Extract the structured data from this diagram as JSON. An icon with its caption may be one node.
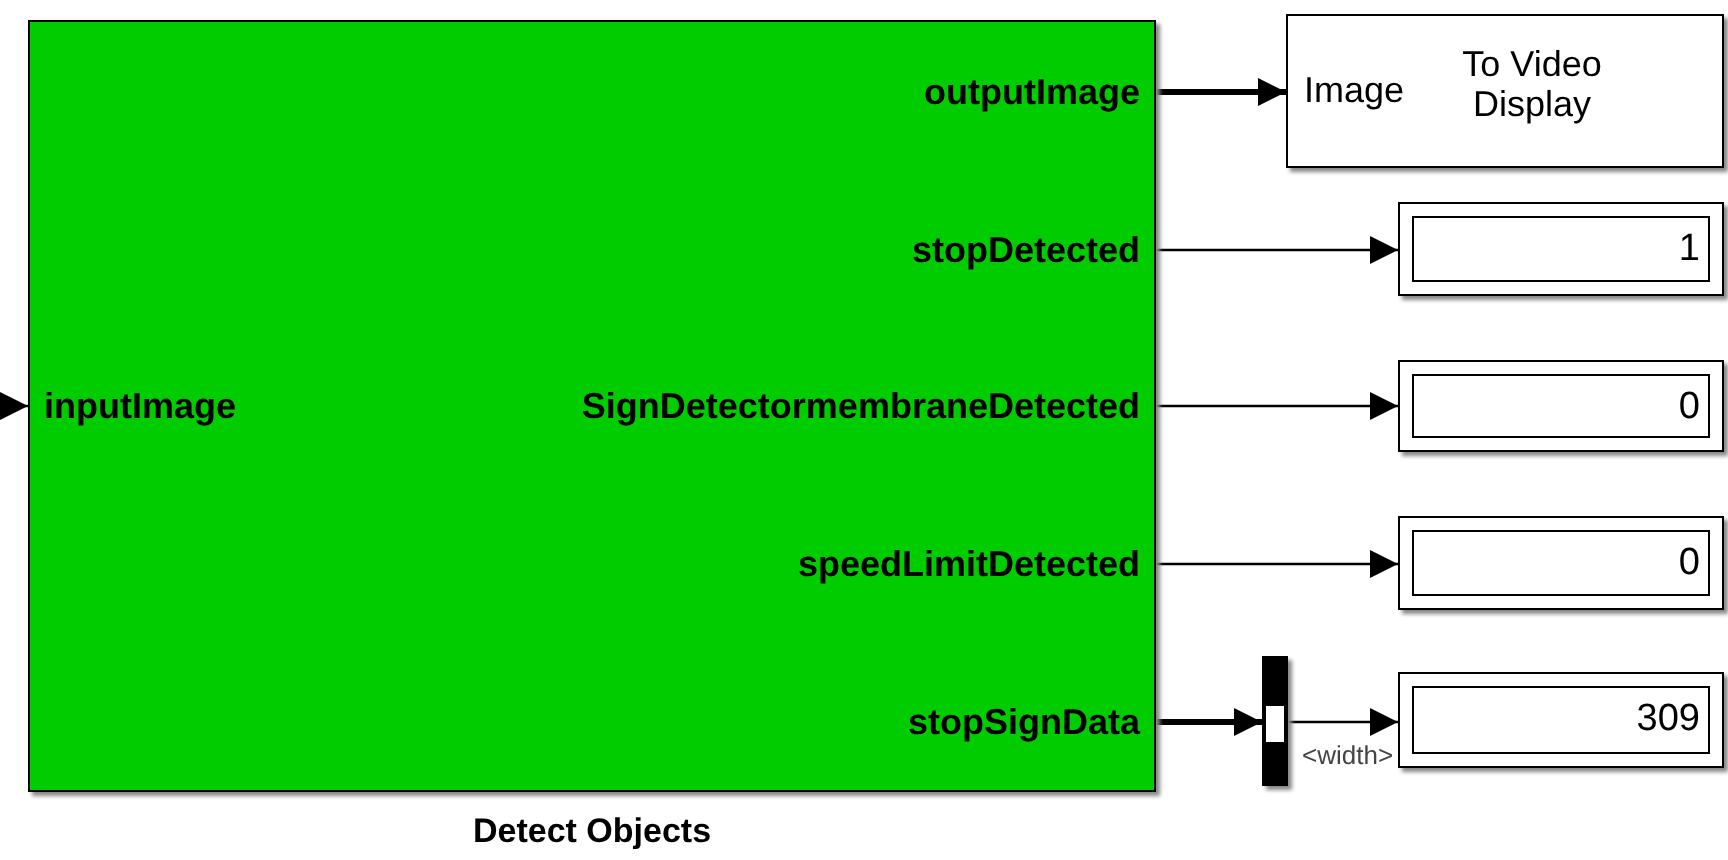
{
  "diagram": {
    "nodes": [
      {
        "text": [
          "inputImage",
          "outputImage",
          "stopDetected",
          "SignDetectormembraneDetected",
          "speedLimitDetected",
          "stopSignData"
        ],
        "beside": [
          "Detect Objects"
        ]
      },
      {
        "text": [
          "Image",
          "To Video Display"
        ]
      },
      {
        "text": [
          "1"
        ]
      },
      {
        "text": [
          "0"
        ]
      },
      {
        "text": [
          "0"
        ]
      },
      {
        "text": [],
        "shape": "bar"
      },
      {
        "text": [
          "309"
        ]
      }
    ],
    "edges": [
      {
        "from": null,
        "to": 0,
        "arrow": "to"
      },
      {
        "from": 0,
        "to": 1,
        "arrow": "to",
        "style": "thick"
      },
      {
        "from": 0,
        "to": 2,
        "arrow": "to"
      },
      {
        "from": 0,
        "to": 3,
        "arrow": "to"
      },
      {
        "from": 0,
        "to": 4,
        "arrow": "to"
      },
      {
        "from": 0,
        "to": 5,
        "arrow": "to",
        "style": "thick"
      },
      {
        "from": 5,
        "to": 6,
        "arrow": "to",
        "label": "<width>"
      }
    ]
  }
}
